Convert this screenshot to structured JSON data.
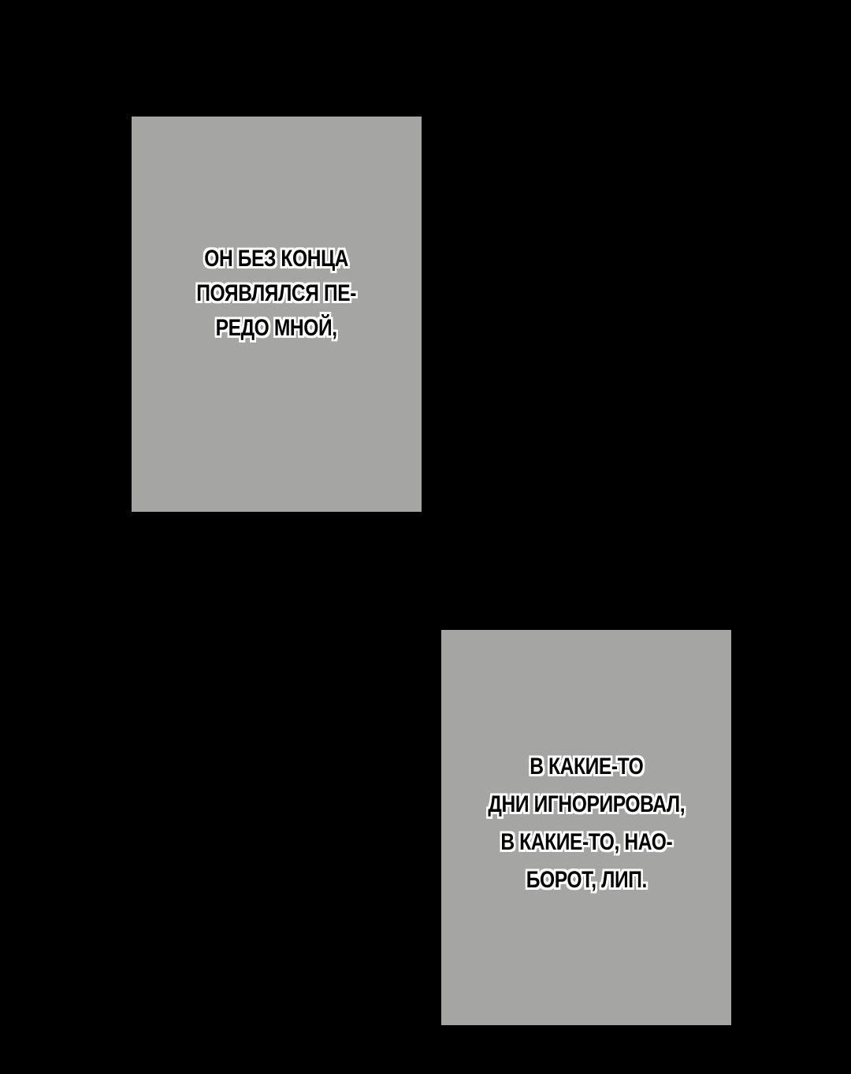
{
  "colors": {
    "background": "#000000",
    "panel": "#a5a5a3",
    "text": "#000000",
    "text_outline": "#ffffff"
  },
  "panel_1": {
    "lines": [
      "Он без конца",
      "появлялся пе-",
      "редо мной,"
    ]
  },
  "panel_2": {
    "lines": [
      "в какие-то",
      "дни игнорировал,",
      "в какие-то, нао-",
      "борот, лип."
    ]
  }
}
